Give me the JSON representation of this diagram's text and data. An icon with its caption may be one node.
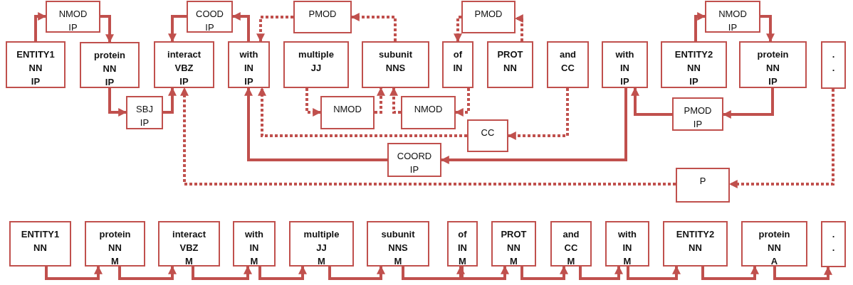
{
  "diagram": {
    "nodes": [
      {
        "text": [
          "ENTITY1",
          "NN",
          "IP"
        ]
      },
      {
        "text": [
          "NMOD",
          "IP"
        ]
      },
      {
        "text": [
          "protein",
          "NN",
          "IP"
        ]
      },
      {
        "text": [
          "SBJ",
          "IP"
        ]
      },
      {
        "text": [
          "interact",
          "VBZ",
          "IP"
        ]
      },
      {
        "text": [
          "COOD",
          "IP"
        ]
      },
      {
        "text": [
          "with",
          "IN",
          "IP"
        ]
      },
      {
        "text": [
          "PMOD"
        ]
      },
      {
        "text": [
          "multiple",
          "JJ"
        ]
      },
      {
        "text": [
          "subunit",
          "NNS"
        ]
      },
      {
        "text": [
          "NMOD"
        ]
      },
      {
        "text": [
          "NMOD"
        ]
      },
      {
        "text": [
          "of",
          "IN"
        ]
      },
      {
        "text": [
          "PMOD"
        ]
      },
      {
        "text": [
          "PROT",
          "NN"
        ]
      },
      {
        "text": [
          "and",
          "CC"
        ]
      },
      {
        "text": [
          "CC"
        ]
      },
      {
        "text": [
          "COORD",
          "IP"
        ]
      },
      {
        "text": [
          "with",
          "IN",
          "IP"
        ]
      },
      {
        "text": [
          "NMOD",
          "IP"
        ]
      },
      {
        "text": [
          "ENTITY2",
          "NN",
          "IP"
        ]
      },
      {
        "text": [
          "protein",
          "NN",
          "IP"
        ]
      },
      {
        "text": [
          "PMOD",
          "IP"
        ]
      },
      {
        "text": [
          ".",
          "."
        ]
      },
      {
        "text": [
          "P"
        ]
      },
      {
        "text": [
          "ENTITY1",
          "NN"
        ]
      },
      {
        "text": [
          "protein",
          "NN",
          "M"
        ]
      },
      {
        "text": [
          "interact",
          "VBZ",
          "M"
        ]
      },
      {
        "text": [
          "with",
          "IN",
          "M"
        ]
      },
      {
        "text": [
          "multiple",
          "JJ",
          "M"
        ]
      },
      {
        "text": [
          "subunit",
          "NNS",
          "M"
        ]
      },
      {
        "text": [
          "of",
          "IN",
          "M"
        ]
      },
      {
        "text": [
          "PROT",
          "NN",
          "M"
        ]
      },
      {
        "text": [
          "and",
          "CC",
          "M"
        ]
      },
      {
        "text": [
          "with",
          "IN",
          "M"
        ]
      },
      {
        "text": [
          "ENTITY2",
          "NN"
        ]
      },
      {
        "text": [
          "protein",
          "NN",
          "A"
        ]
      },
      {
        "text": [
          ".",
          "."
        ]
      }
    ],
    "edges": [
      {
        "from": 0,
        "to": 1,
        "arrow": "to"
      },
      {
        "from": 1,
        "to": 2,
        "arrow": "to"
      },
      {
        "from": 2,
        "to": 3,
        "arrow": "to"
      },
      {
        "from": 3,
        "to": 4,
        "arrow": "to"
      },
      {
        "from": 6,
        "to": 5,
        "arrow": "to"
      },
      {
        "from": 5,
        "to": 4,
        "arrow": "to"
      },
      {
        "from": 7,
        "to": 6,
        "arrow": "to",
        "style": "dashed"
      },
      {
        "from": 9,
        "to": 7,
        "arrow": "to",
        "style": "dashed"
      },
      {
        "from": 8,
        "to": 10,
        "arrow": "to",
        "style": "dashed"
      },
      {
        "from": 10,
        "to": 9,
        "arrow": "to",
        "style": "dashed"
      },
      {
        "from": 11,
        "to": 9,
        "arrow": "to",
        "style": "dashed"
      },
      {
        "from": 12,
        "to": 11,
        "arrow": "to",
        "style": "dashed"
      },
      {
        "from": 13,
        "to": 12,
        "arrow": "to",
        "style": "dashed"
      },
      {
        "from": 14,
        "to": 13,
        "arrow": "to",
        "style": "dashed"
      },
      {
        "from": 15,
        "to": 16,
        "arrow": "to",
        "style": "dashed"
      },
      {
        "from": 16,
        "to": 6,
        "arrow": "to",
        "style": "dashed"
      },
      {
        "from": 18,
        "to": 17,
        "arrow": "to"
      },
      {
        "from": 17,
        "to": 6,
        "arrow": "to"
      },
      {
        "from": 21,
        "to": 22,
        "arrow": "to"
      },
      {
        "from": 22,
        "to": 18,
        "arrow": "to"
      },
      {
        "from": 20,
        "to": 19,
        "arrow": "to"
      },
      {
        "from": 19,
        "to": 21,
        "arrow": "to"
      },
      {
        "from": 23,
        "to": 24,
        "arrow": "to",
        "style": "dashed"
      },
      {
        "from": 24,
        "to": 4,
        "arrow": "to",
        "style": "dashed"
      },
      {
        "from": 25,
        "to": 26,
        "arrow": "to"
      },
      {
        "from": 26,
        "to": 27,
        "arrow": "to"
      },
      {
        "from": 27,
        "to": 28,
        "arrow": "to"
      },
      {
        "from": 28,
        "to": 29,
        "arrow": "to"
      },
      {
        "from": 29,
        "to": 30,
        "arrow": "to"
      },
      {
        "from": 30,
        "to": 31,
        "arrow": "to"
      },
      {
        "from": 31,
        "to": 32,
        "arrow": "to"
      },
      {
        "from": 32,
        "to": 33,
        "arrow": "to"
      },
      {
        "from": 33,
        "to": 34,
        "arrow": "to"
      },
      {
        "from": 34,
        "to": 35,
        "arrow": "to"
      },
      {
        "from": 35,
        "to": 36,
        "arrow": "to"
      },
      {
        "from": 36,
        "to": 37,
        "arrow": "to"
      }
    ]
  }
}
